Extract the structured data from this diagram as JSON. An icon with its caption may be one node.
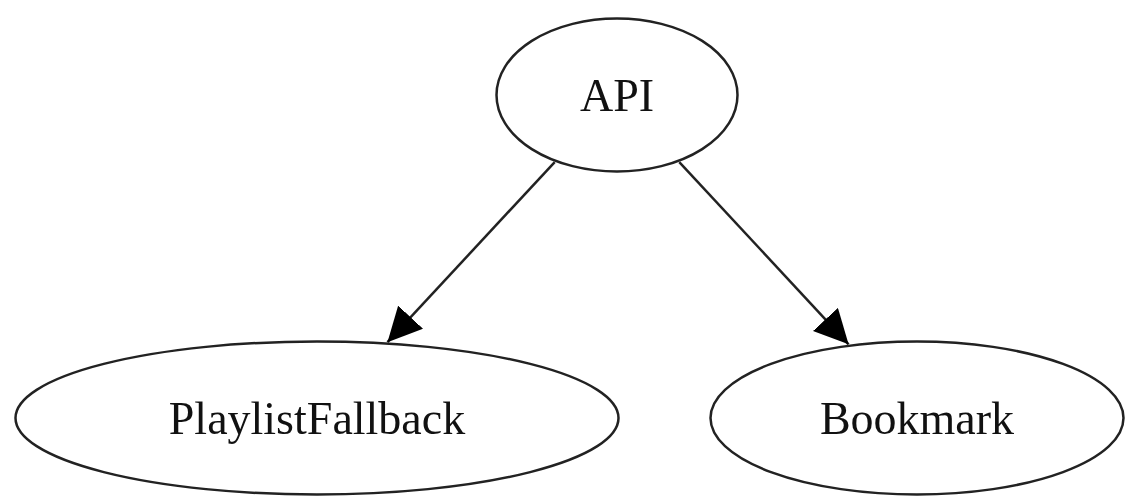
{
  "diagram": {
    "nodes": [
      {
        "text": [
          "API"
        ]
      },
      {
        "text": [
          "PlaylistFallback"
        ]
      },
      {
        "text": [
          "Bookmark"
        ]
      }
    ],
    "edges": [
      {
        "from": 0,
        "to": 1,
        "arrow": "to"
      },
      {
        "from": 0,
        "to": 2,
        "arrow": "to"
      }
    ]
  }
}
